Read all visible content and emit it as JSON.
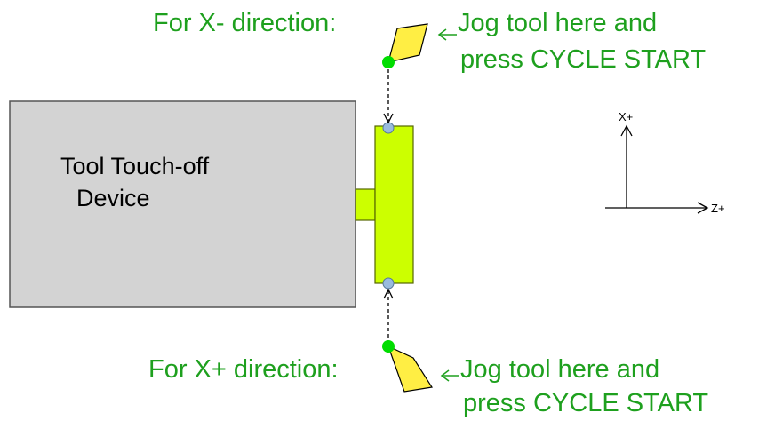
{
  "device": {
    "label_line1": "Tool Touch-off",
    "label_line2": "Device"
  },
  "top": {
    "direction_label": "For X- direction:",
    "instruction_line1": "Jog tool here and",
    "instruction_line2": "press CYCLE START"
  },
  "bottom": {
    "direction_label": "For X+ direction:",
    "instruction_line1": "Jog tool here and",
    "instruction_line2": "press CYCLE START"
  },
  "axes": {
    "x_label": "X+",
    "z_label": "Z+"
  },
  "colors": {
    "device_fill": "#d3d3d3",
    "paddle_fill": "#ccff00",
    "tool_fill": "#ffee44",
    "contact_point": "#00dd00",
    "touch_point": "#99bbdd",
    "label_green": "#1ea01e"
  }
}
